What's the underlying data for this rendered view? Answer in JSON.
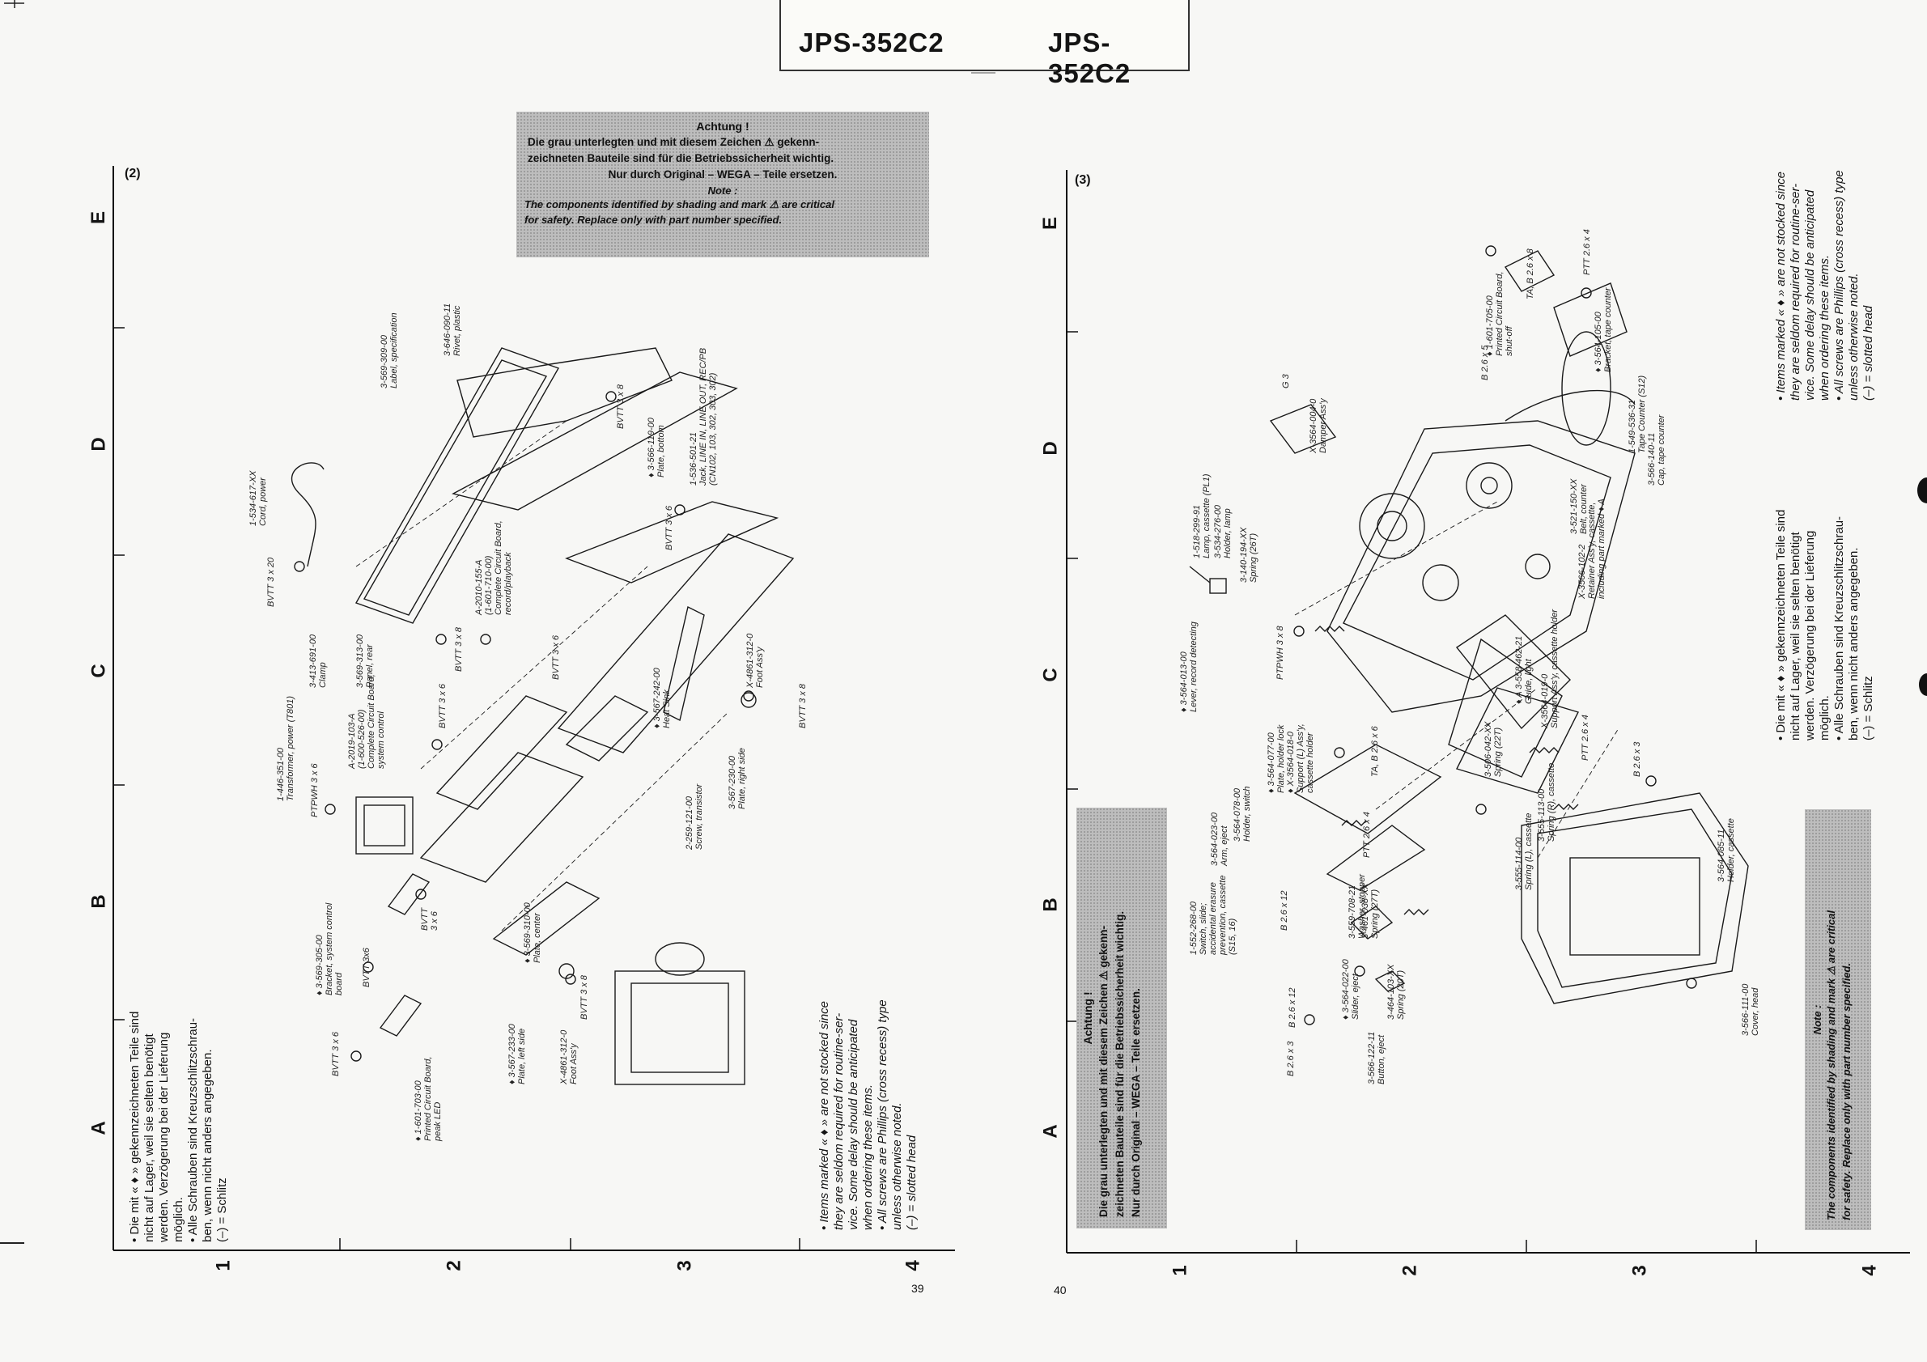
{
  "header": {
    "model_left": "JPS-352C2",
    "model_right": "JPS-352C2"
  },
  "left": {
    "section": "(2)",
    "achtung": {
      "title": "Achtung !",
      "lines": [
        "Die grau unterlegten und mit diesem Zeichen ⚠ gekenn-",
        "zeichneten Bauteile sind für die Betriebssicherheit wichtig.",
        "Nur durch Original – WEGA – Teile ersetzen."
      ],
      "note_title": "Note :",
      "note_lines": [
        "The components identified by shading and mark ⚠ are critical",
        "for safety. Replace only with part number specified."
      ]
    },
    "de_notes": [
      "•  Die mit « ♦ » gekennzeichneten Teile sind",
      "    nicht auf Lager, weil sie selten benötigt",
      "    werden. Verzögerung bei der Lieferung",
      "    möglich.",
      "•  Alle Schrauben sind Kreuzschlitzschrau-",
      "    ben, wenn nicht anders angegeben.",
      "    (–) = Schlitz"
    ],
    "en_notes": [
      "•  Items marked « ♦ » are not stocked since",
      "    they are seldom required for routine-ser-",
      "    vice. Some delay should be anticipated",
      "    when ordering these items.",
      "•  All screws are Phillips (cross recess) type",
      "    unless otherwise noted.",
      "    (–) = slotted head"
    ],
    "page_number": "39",
    "parts": [
      "1-534-617-XX Cord, power",
      "3-413-691-00 Clamp",
      "3-569-313-00 Panel, rear",
      "BVTT 3 x 20",
      "3-569-309-00 Label, specification",
      "3-646-090-11 Rivet, plastic",
      "BVTT 3 x 8",
      "♦ 3-566-119-00 Plate, bottom",
      "1-536-501-21 Jack, LINE IN, LINE OUT, REC/PB (CN102, 103, 302, 303, 302)",
      "BVTT 3 x 6",
      "X-4861-312-0 Foot Ass'y",
      "BVTT 3 x 8",
      "♦ 3-567-242-00 Heat Sink",
      "3-567-230-00 Plate, right side",
      "2-259-121-00 Screw, transistor",
      "1-446-351-00 Transformer, power (T801)",
      "PTPWH 3 x 6",
      "A-2019-103-A (1-600-526-00) Complete Circuit Board, system control",
      "A-2010-155-A (1-601-710-00) Complete Circuit Board, record/playback",
      "BVTT 3 x 6",
      "BVTT 3 x 8",
      "BVTT 3 x 6",
      "♦ 3-569-305-00 Bracket, system control board",
      "BVTT 3 x 6",
      "BVTT 3 x 6",
      "♦ 3-569-310-00 Plate, center",
      "BVTT 3 x 8",
      "X-4861-312-0 Foot Ass'y",
      "♦ 3-567-233-00 Plate, left side",
      "♦ 1-601-703-00 Printed Circuit Board, peak LED",
      "BVTT 3 x 6"
    ],
    "grid_letters": [
      "A",
      "B",
      "C",
      "D",
      "E"
    ],
    "grid_numbers": [
      "1",
      "2",
      "3",
      "4"
    ]
  },
  "right": {
    "section": "(3)",
    "achtung": {
      "title": "Achtung !",
      "lines": [
        "Die grau unterlegten und mit diesem Zeichen ⚠ gekenn-",
        "zeichneten Bauteile sind für die Betriebssicherheit wichtig.",
        "Nur durch Original – WEGA – Teile ersetzen."
      ],
      "note_title": "Note :",
      "note_lines": [
        "The components identified by shading and mark ⚠ are critical",
        "for safety. Replace only with part number specified."
      ]
    },
    "de_notes": [
      "•  Die mit « ♦ » gekennzeichneten Teile sind",
      "    nicht auf Lager, weil sie selten benötigt",
      "    werden. Verzögerung bei der Lieferung",
      "    möglich.",
      "•  Alle Schrauben sind Kreuzschlitzschrau-",
      "    ben, wenn nicht anders angegeben.",
      "    (–) = Schlitz"
    ],
    "en_notes": [
      "•  Items marked « ♦ » are not stocked since",
      "    they are seldom required for routine-ser-",
      "    vice. Some delay should be anticipated",
      "    when ordering these items.",
      "•  All screws are Phillips (cross recess) type",
      "    unless otherwise noted.",
      "    (–) = slotted head"
    ],
    "page_number": "40",
    "parts": [
      "1-518-299-91 Lamp, cassette (PL1)",
      "3-534-276-00 Holder, lamp",
      "3-140-194-XX Spring (26T)",
      "PTPWH 3 x 8",
      "♦ 3-564-013-00 Lever, record detecting",
      "X-3564-004-0 Damper Ass'y",
      "G 3",
      "♦ 1-601-705-00 Printed Circuit Board, shut-off",
      "TA, B 2.6 x 8",
      "B 2.6 x 5",
      "PTT 2.6 x 4",
      "♦ 3-564-105-00 Bracket, tape counter",
      "1-549-536-31 Tape Counter (S12)",
      "3-566-140-11 Cap, tape counter",
      "3-521-150-XX Belt, counter",
      "X-3566-102-2 Retainer Ass'y, cassette, including part marked ♦ A",
      "♦ A 3-558-462-21 Guide, light",
      "X-3564-019-0 Support Ass'y, cassette holder",
      "PTT 2.6 x 4",
      "3-506-042-XX Spring (22T)",
      "3-555-113-00 Spring (R), cassette",
      "B 2.6 x 3",
      "TA, B 2.6 x 6",
      "♦ 3-564-077-00 Plate, holder lock",
      "♦ X-3564-018-0 Support (L) Ass'y, cassette holder",
      "PTT 2.6 x 4",
      "3-564-078-00 Holder, switch",
      "3-564-023-00 Arm, eject",
      "1-552-268-00 Switch, slide; accidental erasure prevention, cassette (S15, 16)",
      "B 2.6 x 12",
      "3-461-038-XX Spring (27T)",
      "3-559-708-21 Washer, stopper",
      "3-555-114-00 Spring (L), cassette",
      "♦ 3-564-022-00 Slider, eject",
      "3-464-103-XX Spring (20T)",
      "B 2.6 x 12",
      "3-566-122-11 Button, eject",
      "B 2.6 x 3",
      "3-564-085-11 Holder, cassette",
      "3-566-111-00 Cover, head"
    ],
    "grid_letters": [
      "A",
      "B",
      "C",
      "D",
      "E"
    ],
    "grid_numbers": [
      "1",
      "2",
      "3",
      "4"
    ]
  }
}
